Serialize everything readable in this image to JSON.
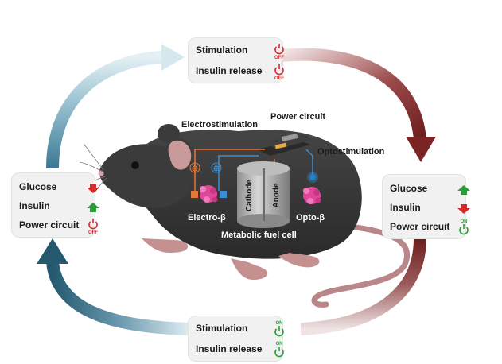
{
  "panels": {
    "top": {
      "rows": [
        {
          "label": "Stimulation",
          "indicator": "power-off",
          "state": "OFF"
        },
        {
          "label": "Insulin release",
          "indicator": "power-off",
          "state": "OFF"
        }
      ]
    },
    "left": {
      "rows": [
        {
          "label": "Glucose",
          "indicator": "arrow-down",
          "state": ""
        },
        {
          "label": "Insulin",
          "indicator": "arrow-up",
          "state": ""
        },
        {
          "label": "Power circuit",
          "indicator": "power-off",
          "state": "OFF"
        }
      ]
    },
    "right": {
      "rows": [
        {
          "label": "Glucose",
          "indicator": "arrow-up",
          "state": ""
        },
        {
          "label": "Insulin",
          "indicator": "arrow-down",
          "state": ""
        },
        {
          "label": "Power circuit",
          "indicator": "power-on",
          "state": "ON"
        }
      ]
    },
    "bottom": {
      "rows": [
        {
          "label": "Stimulation",
          "indicator": "power-on",
          "state": "ON"
        },
        {
          "label": "Insulin release",
          "indicator": "power-on",
          "state": "ON"
        }
      ]
    }
  },
  "labels": {
    "electrostimulation": "Electrostimulation",
    "power_circuit": "Power circuit",
    "optostimulation": "Optostimulation",
    "cathode": "Cathode",
    "anode": "Anode",
    "electro_beta": "Electro-β",
    "opto_beta": "Opto-β",
    "fuel_cell": "Metabolic fuel cell",
    "minus": "⊖",
    "plus": "⊕"
  },
  "colors": {
    "off_red": "#d52b2b",
    "on_green": "#2e9b3a",
    "arrow_blue": "#2b6f8c",
    "arrow_maroon": "#7a2424",
    "mouse_body": "#3a3a3a",
    "cell_pink": "#e0479b",
    "wire_orange": "#e4773a",
    "wire_blue": "#3b8fd1"
  }
}
